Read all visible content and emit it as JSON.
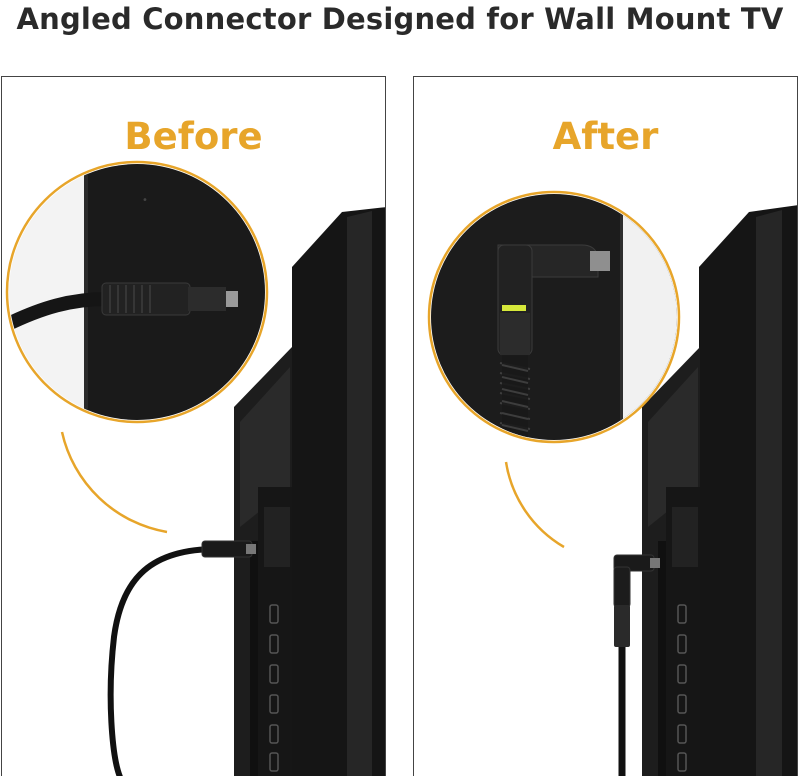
{
  "headline": "Angled Connector Designed for Wall Mount TV",
  "panels": [
    {
      "id": "before",
      "label": "Before"
    },
    {
      "id": "after",
      "label": "After"
    }
  ],
  "colors": {
    "accent": "#e7a52a",
    "tv_body": "#1b1b1b",
    "tv_edge": "#2c2c2c",
    "cable": "#111111",
    "frame": "#444444"
  }
}
